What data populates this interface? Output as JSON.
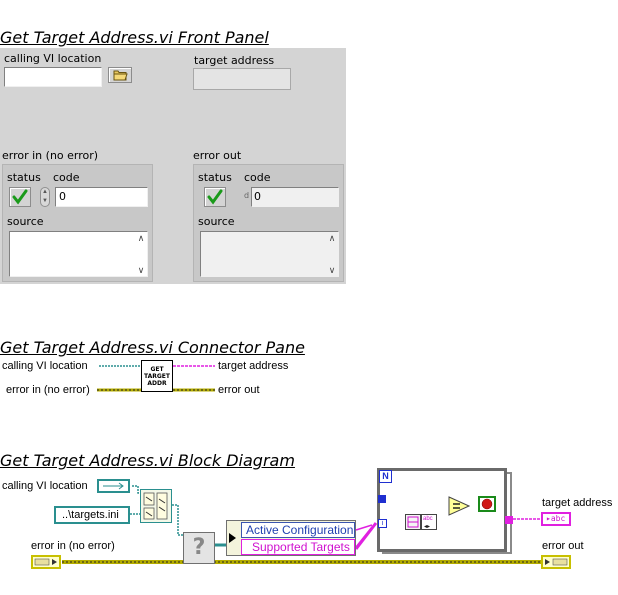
{
  "headings": {
    "front_panel": "Get Target Address.vi Front Panel",
    "connector_pane": "Get Target Address.vi Connector Pane",
    "block_diagram": "Get Target Address.vi Block Diagram"
  },
  "front_panel": {
    "calling_vi_label": "calling VI location",
    "target_address_label": "target address",
    "error_in": {
      "label": "error in (no error)",
      "status_label": "status",
      "code_label": "code",
      "code_value": "0",
      "source_label": "source"
    },
    "error_out": {
      "label": "error out",
      "status_label": "status",
      "code_label": "code",
      "code_value": "0",
      "source_label": "source"
    }
  },
  "connector_pane": {
    "left_top": "calling VI location",
    "left_bottom": "error in (no error)",
    "right_top": "target address",
    "right_bottom": "error out",
    "icon_text": [
      "GET",
      "TARGET",
      "ADDR"
    ]
  },
  "block_diagram": {
    "calling_vi_label": "calling VI location",
    "path_constant": "..\\targets.ini",
    "error_in_label": "error in (no error)",
    "property_active": "Active Configuration",
    "property_supported": "Supported Targets",
    "iteration_label": "i",
    "count_label": "N",
    "target_address_label": "target address",
    "error_out_label": "error out",
    "string_indicator": "abc",
    "question_glyph": "?"
  },
  "colors": {
    "path_wire": "#2a8f8f",
    "string_wire": "#e020e0",
    "error_wire": "#c8c000",
    "refnum_wire": "#2a8f8f",
    "property_node": "#ffff99",
    "panel_bg": "#d4d4d4"
  }
}
